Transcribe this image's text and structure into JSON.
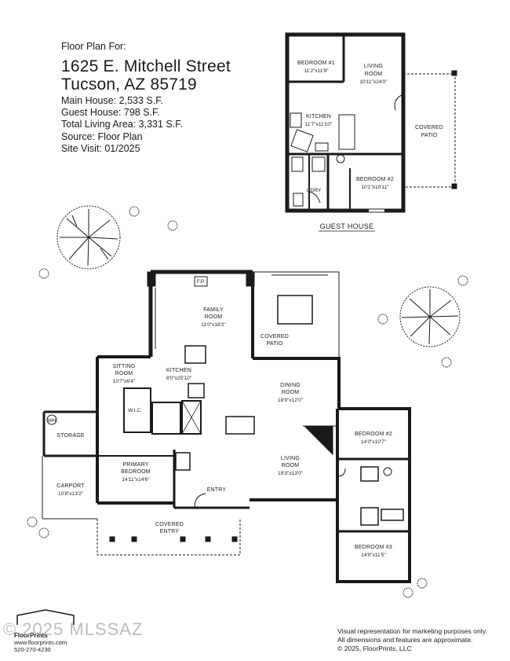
{
  "header": {
    "title_line": "Floor Plan For:",
    "street": "1625 E. Mitchell Street",
    "city": "Tucson, AZ  85719",
    "main_house": "Main House:  2,533 S.F.",
    "guest_house": "Guest House:  798 S.F.",
    "total_area": "Total Living Area:  3,331 S.F.",
    "source": "Source:  Floor Plan",
    "site_visit": "Site Visit:  01/2025"
  },
  "guest_house": {
    "caption": "GUEST HOUSE",
    "rooms": {
      "bedroom1": {
        "name": "BEDROOM #1",
        "dim": "11'2\"x11'9\""
      },
      "living": {
        "name": "LIVING",
        "name2": "ROOM",
        "dim": "10'11\"x24'0\""
      },
      "kitchen": {
        "name": "KITCHEN",
        "dim": "11'7\"x11'10\""
      },
      "patio": {
        "name": "COVERED",
        "name2": "PATIO"
      },
      "bedroom2": {
        "name": "BEDROOM #2",
        "dim": "10'1\"x10'11\""
      },
      "laundry": {
        "name": "L'DRY"
      }
    }
  },
  "main_house": {
    "rooms": {
      "family": {
        "name": "FAMILY",
        "name2": "ROOM",
        "dim": "11'0\"x18'2\"",
        "fp": "F.P."
      },
      "patio": {
        "name": "COVERED",
        "name2": "PATIO"
      },
      "sitting": {
        "name": "SITTING",
        "name2": "ROOM",
        "dim": "10'7\"x6'4\""
      },
      "kitchen": {
        "name": "KITCHEN",
        "dim": "8'0\"x25'10\""
      },
      "dining": {
        "name": "DINING",
        "name2": "ROOM",
        "dim": "18'9\"x12'0\""
      },
      "wic": {
        "name": "W.I.C."
      },
      "storage": {
        "name": "STORAGE",
        "wh": "WH"
      },
      "primary": {
        "name": "PRIMARY",
        "name2": "BEDROOM",
        "dim": "14'11\"x14'6\""
      },
      "living": {
        "name": "LIVING",
        "name2": "ROOM",
        "dim": "19'3\"x13'0\""
      },
      "carport": {
        "name": "CARPORT",
        "dim": "10'8\"x13'2\""
      },
      "entry": {
        "name": "ENTRY"
      },
      "covered_entry": {
        "name": "COVERED",
        "name2": "ENTRY"
      },
      "bedroom2": {
        "name": "BEDROOM #2",
        "dim": "14'0\"x10'7\""
      },
      "bedroom3": {
        "name": "BEDROOM #3",
        "dim": "14'0\"x11'5\""
      }
    }
  },
  "footer": {
    "disclaimer1": "Visual representation for marketing purposes only.",
    "disclaimer2": "All dimensions and features are approximate.",
    "copyright": "© 2025, FloorPrints, LLC",
    "logo_text": "FloorPrints",
    "website": "www.floorprints.com",
    "phone": "520-270-4230",
    "watermark": "© 2025 MLSSAZ"
  },
  "colors": {
    "wall": "#1a1a1a",
    "line": "#333333",
    "background": "#ffffff"
  }
}
